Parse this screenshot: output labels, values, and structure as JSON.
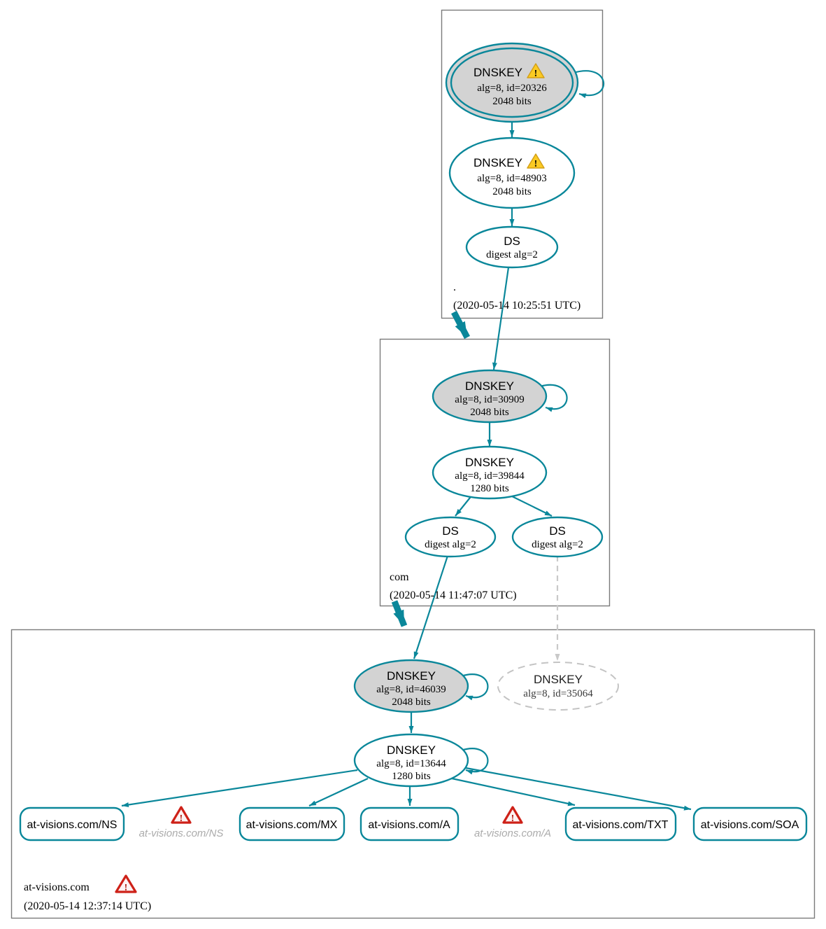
{
  "colors": {
    "teal": "#0a879a",
    "ksk_fill": "#d3d3d3",
    "warning_yellow": "#FBCB23",
    "error_red": "#CE2118",
    "dashed_gray": "#c9c9c9",
    "zone_border": "#7b7b7b"
  },
  "glyphs": {
    "exclamation": "!"
  },
  "zones": {
    "root": {
      "name": ".",
      "timestamp": "(2020-05-14 10:25:51 UTC)"
    },
    "com": {
      "name": "com",
      "timestamp": "(2020-05-14 11:47:07 UTC)"
    },
    "at_visions": {
      "name": "at-visions.com",
      "timestamp": "(2020-05-14 12:37:14 UTC)"
    }
  },
  "nodes": {
    "root_ksk": {
      "type": "DNSKEY",
      "detail": "alg=8, id=20326",
      "bits": "2048 bits"
    },
    "root_zsk": {
      "type": "DNSKEY",
      "detail": "alg=8, id=48903",
      "bits": "2048 bits"
    },
    "root_ds": {
      "type": "DS",
      "detail": "digest alg=2"
    },
    "com_ksk": {
      "type": "DNSKEY",
      "detail": "alg=8, id=30909",
      "bits": "2048 bits"
    },
    "com_zsk": {
      "type": "DNSKEY",
      "detail": "alg=8, id=39844",
      "bits": "1280 bits"
    },
    "com_ds1": {
      "type": "DS",
      "detail": "digest alg=2"
    },
    "com_ds2": {
      "type": "DS",
      "detail": "digest alg=2"
    },
    "av_ksk": {
      "type": "DNSKEY",
      "detail": "alg=8, id=46039",
      "bits": "2048 bits"
    },
    "av_missing": {
      "type": "DNSKEY",
      "detail": "alg=8, id=35064"
    },
    "av_zsk": {
      "type": "DNSKEY",
      "detail": "alg=8, id=13644",
      "bits": "1280 bits"
    }
  },
  "rrsets": {
    "ns": {
      "label": "at-visions.com/NS"
    },
    "ns_error": {
      "label": "at-visions.com/NS"
    },
    "mx": {
      "label": "at-visions.com/MX"
    },
    "a": {
      "label": "at-visions.com/A"
    },
    "a_error": {
      "label": "at-visions.com/A"
    },
    "txt": {
      "label": "at-visions.com/TXT"
    },
    "soa": {
      "label": "at-visions.com/SOA"
    }
  }
}
